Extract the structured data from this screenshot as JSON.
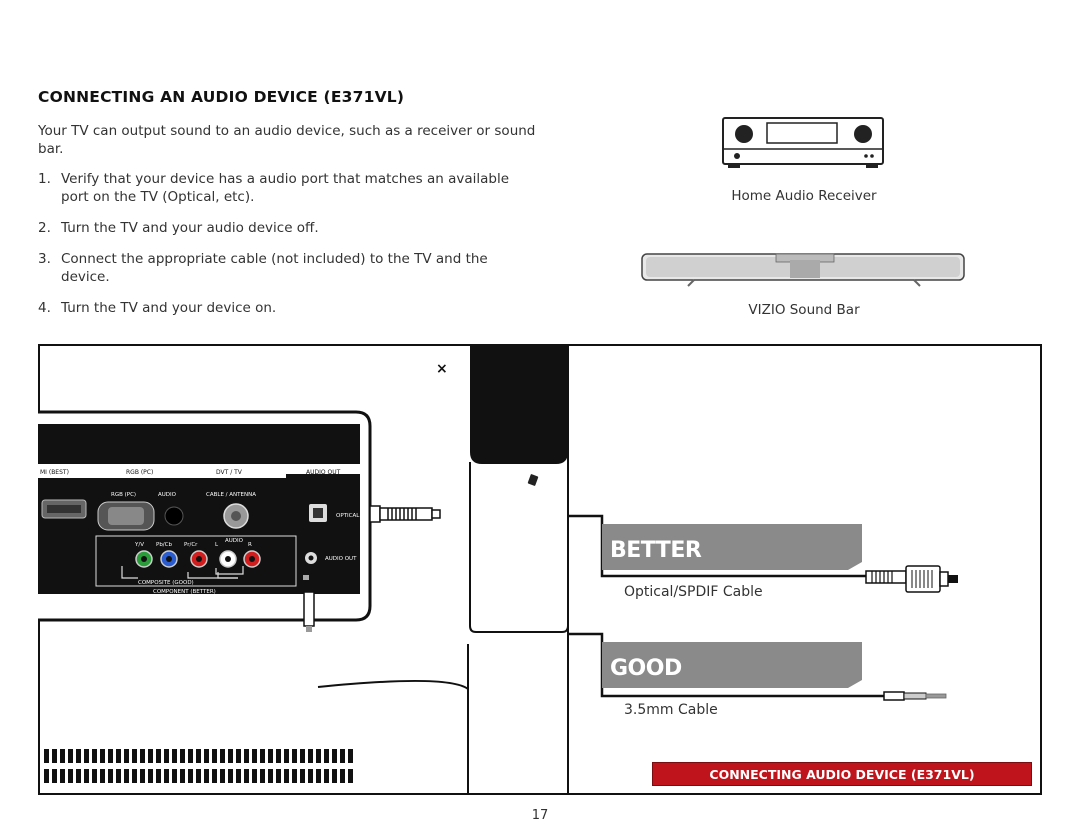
{
  "section": {
    "heading": "CONNECTING AN AUDIO DEVICE (E371VL)",
    "intro": "Your TV can output sound to an audio device, such as a receiver or sound bar.",
    "steps": [
      {
        "num": "1.",
        "text": "Verify that your device has a audio port that matches an available port on the TV (Optical, etc)."
      },
      {
        "num": "2.",
        "text": "Turn the TV and your audio device off."
      },
      {
        "num": "3.",
        "text": "Connect the appropriate cable (not included) to the TV and the device."
      },
      {
        "num": "4.",
        "text": "Turn the TV and your device on."
      }
    ]
  },
  "devices": {
    "receiver_caption": "Home Audio Receiver",
    "soundbar_caption": "VIZIO Sound Bar"
  },
  "panel": {
    "headers": [
      "MI (BEST)",
      "RGB (PC)",
      "DVT / TV",
      "AUDIO OUT"
    ],
    "rgb_pc": "RGB (PC)",
    "audio": "AUDIO",
    "cable_antenna": "CABLE / ANTENNA",
    "optical": "OPTICAL",
    "audio_out": "AUDIO OUT",
    "yv": "Y/V",
    "pbcb": "Pb/Cb",
    "prcr": "Pr/Cr",
    "l": "L",
    "r": "R",
    "audio_small": "AUDIO",
    "composite": "COMPOSITE (GOOD)",
    "component": "COMPONENT (BETTER)"
  },
  "connections": {
    "better_label": "BETTER",
    "better_cable": "Optical/SPDIF Cable",
    "good_label": "GOOD",
    "good_cable": "3.5mm Cable"
  },
  "footer": {
    "banner": "CONNECTING AUDIO DEVICE (E371VL)",
    "page_number": "17"
  },
  "colors": {
    "badge_gray": "#8a8a8a",
    "banner_red": "#c0141c",
    "panel_black": "#111111"
  }
}
